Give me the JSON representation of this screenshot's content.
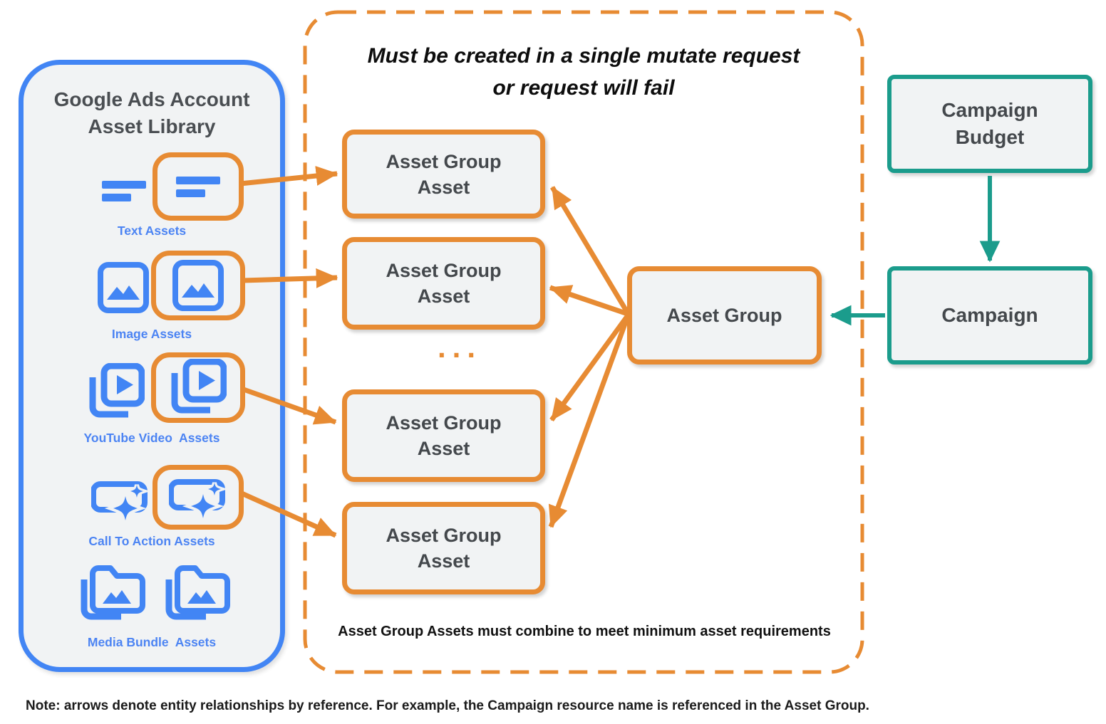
{
  "library": {
    "title_line1": "Google Ads Account",
    "title_line2": "Asset Library",
    "items": [
      {
        "label": "Text Assets",
        "icon": "text-asset-icon",
        "highlighted": true
      },
      {
        "label": "Image Assets",
        "icon": "image-asset-icon",
        "highlighted": true
      },
      {
        "label": "YouTube Video  Assets",
        "icon": "youtube-video-asset-icon",
        "highlighted": true
      },
      {
        "label": "Call To Action Assets",
        "icon": "call-to-action-asset-icon",
        "highlighted": true
      },
      {
        "label": "Media Bundle  Assets",
        "icon": "media-bundle-asset-icon",
        "highlighted": false
      }
    ]
  },
  "mutate_group": {
    "title_line1": "Must be created in a single mutate request",
    "title_line2": "or request will fail",
    "asset_box_line1": "Asset Group",
    "asset_box_line2": "Asset",
    "asset_box_count": 4,
    "ellipsis": "...",
    "footnote": "Asset Group Assets must combine to meet minimum asset requirements"
  },
  "asset_group": {
    "label": "Asset Group"
  },
  "campaign_budget": {
    "label_line1": "Campaign",
    "label_line2": "Budget"
  },
  "campaign": {
    "label": "Campaign"
  },
  "note": "Note: arrows denote entity relationships by reference. For example, the Campaign resource name is referenced in the Asset Group.",
  "colors": {
    "orange": "#E78B33",
    "blue": "#4285F4",
    "teal": "#1B9C8C",
    "box_fill": "#F1F3F4",
    "dark_text": "#44484C"
  }
}
